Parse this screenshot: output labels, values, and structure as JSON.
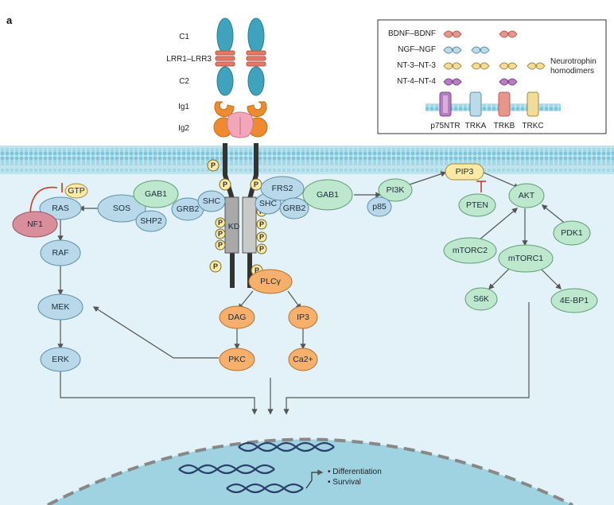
{
  "panel_letter": "a",
  "receptor_domains": {
    "c1": "C1",
    "lrr": "LRR1–LRR3",
    "c2": "C2",
    "ig1": "Ig1",
    "ig2": "Ig2",
    "kd": "KD"
  },
  "legend": {
    "rows": [
      "BDNF–BDNF",
      "NGF–NGF",
      "NT-3–NT-3",
      "NT-4–NT-4"
    ],
    "homodimer_label_1": "Neurotrophin",
    "homodimer_label_2": "homodimers",
    "receptors": [
      "p75NTR",
      "TRKA",
      "TRKB",
      "TRKC"
    ],
    "colors": {
      "bdnf": "#e8958a",
      "ngf": "#bcdbe8",
      "nt3": "#f3dc9a",
      "nt4": "#b77cc4"
    }
  },
  "nodes": {
    "gtp": "GTP",
    "ras": "RAS",
    "nf1": "NF1",
    "sos": "SOS",
    "gab1_left": "GAB1",
    "shp2": "SHP2",
    "grb2_left": "GRB2",
    "shc_left": "SHC",
    "shc_right": "SHC",
    "frs2": "FRS2",
    "grb2_right": "GRB2",
    "gab1_right": "GAB1",
    "pi3k": "PI3K",
    "p85": "p85",
    "pip3": "PIP3",
    "pten": "PTEN",
    "akt": "AKT",
    "mtorc2": "mTORC2",
    "mtorc1": "mTORC1",
    "pdk1": "PDK1",
    "s6k": "S6K",
    "4ebp1": "4E-BP1",
    "raf": "RAF",
    "mek": "MEK",
    "erk": "ERK",
    "plcg": "PLCγ",
    "dag": "DAG",
    "ip3": "IP3",
    "pkc": "PKC",
    "ca": "Ca2+",
    "p": "P"
  },
  "outcomes": [
    "Differentiation",
    "Survival"
  ],
  "colors": {
    "blue_node": "#b9d9ea",
    "green_node": "#bde8cd",
    "orange_node": "#f6b06b",
    "yellow_node": "#fbe9a4",
    "pink_node": "#d98f9b",
    "membrane": "#bfe4ee",
    "cytoplasm": "#e2f2f8",
    "nucleus": "#9fd3e2",
    "receptor_teal": "#3fa3bd",
    "receptor_orange": "#f08a2f",
    "receptor_red": "#e37966"
  }
}
